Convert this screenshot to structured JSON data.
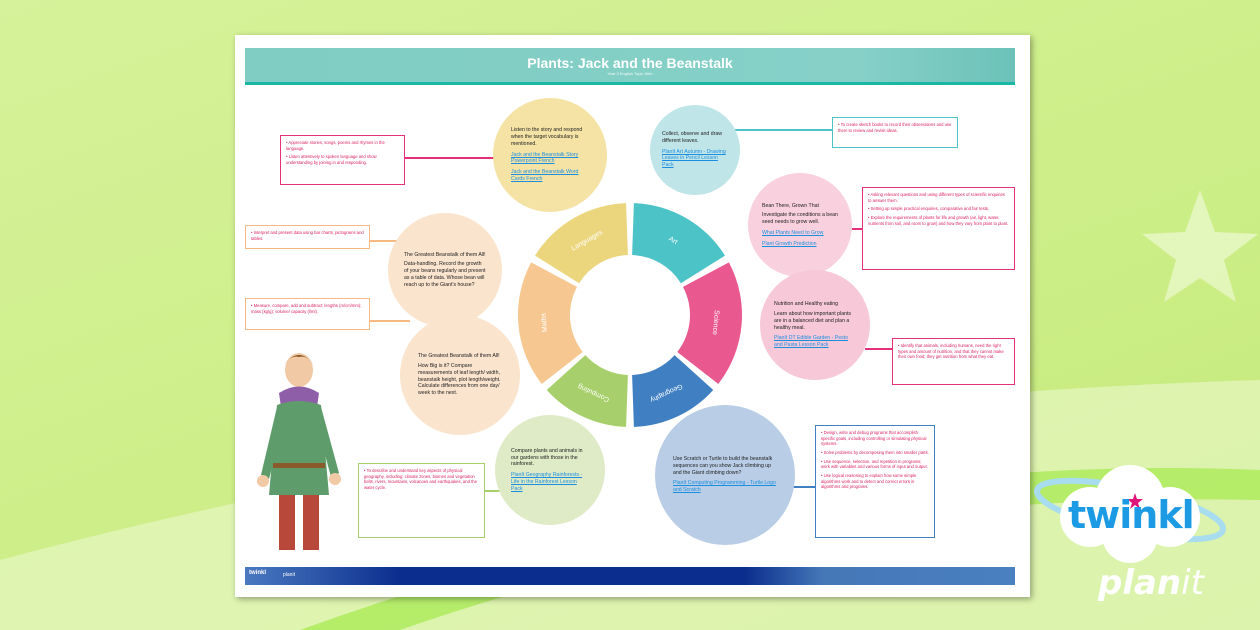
{
  "header": {
    "title": "Plants: Jack and the Beanstalk",
    "subtitle": "Year 3 English Topic Web"
  },
  "wheel": {
    "segments": [
      {
        "label": "Art",
        "color": "#4cc3c6"
      },
      {
        "label": "Science",
        "color": "#e9588f"
      },
      {
        "label": "Geography",
        "color": "#3f7fc2"
      },
      {
        "label": "Computing",
        "color": "#a7cf6c"
      },
      {
        "label": "Maths",
        "color": "#f6c791"
      },
      {
        "label": "Languages",
        "color": "#ebd67d"
      }
    ]
  },
  "circles": {
    "languages": {
      "text": "Listen to the story and respond when the target vocabulary is mentioned.",
      "links": [
        "Jack and the Beanstalk Story Powerpoint French",
        "Jack and the Beanstalk Word Cards French"
      ]
    },
    "art": {
      "text": "Collect, observe and draw different leaves.",
      "links": [
        "PlanIt Art Autumn - Drawing Leaves in Pencil Lesson Pack"
      ]
    },
    "science1": {
      "title": "Bean There, Grown That",
      "text": "Investigate the conditions a bean seed needs to grow well.",
      "links": [
        "What Plants Need to Grow",
        "Plant Growth Prediction"
      ]
    },
    "science2": {
      "title": "Nutrition and Healthy eating",
      "text": "Learn about how important plants are in a balanced diet and plan a healthy meal.",
      "links": [
        "PlanIt DT Edible Garden - Pesto and Pasta Lesson Pack"
      ]
    },
    "maths1": {
      "title": "The Greatest Beanstalk of them All!",
      "text": "Data-handling. Record the growth of your beans regularly and present as a table of data. Whose bean will reach up to the Giant's house?"
    },
    "maths2": {
      "title": "The Greatest Beanstalk of them All!",
      "text": "How Big is it? Compare measurements of leaf length/ width, beanstalk height, plot length/weight. Calculate differences from one day/ week to the next."
    },
    "geography": {
      "text": "Compare plants and animals in our gardens with those in the rainforest.",
      "links": [
        "PlanIt Geography Rainforests - Life in the Rainforest Lesson Pack"
      ]
    },
    "computing": {
      "text": "Use Scratch or Turtle to build the beanstalk sequences can you show Jack climbing up and the Giant climbing down?",
      "links": [
        "PlanIt Computing Programming - Turtle Logo and Scratch"
      ]
    }
  },
  "objectives": {
    "languages": [
      "Appreciate stories, songs, poems and rhymes in the language.",
      "Listen attentively to spoken language and show understanding by joining in and responding."
    ],
    "art": [
      "To create sketch books to record their observations and use them to review and revisit ideas."
    ],
    "science1": [
      "Asking relevant questions and using different types of scientific enquiries to answer them.",
      "Setting up simple practical enquiries, comparative and fair tests.",
      "Explore the requirements of plants for life and growth (air, light, water, nutrients from soil, and room to grow) and how they vary from plant to plant."
    ],
    "science2": [
      "Identify that animals, including humans, need the right types and amount of nutrition, and that they cannot make their own food; they get nutrition from what they eat."
    ],
    "maths1": [
      "Interpret and present data using bar charts, pictograms and tables."
    ],
    "maths2": [
      "Measure, compare, add and subtract: lengths (m/cm/mm); mass (kg/g); volume/ capacity (l/ml)."
    ],
    "geography": [
      "To describe and understand key aspects of physical geography, including: climate zones, biomes and vegetation belts, rivers, mountains, volcanoes and earthquakes, and the water cycle."
    ],
    "computing": [
      "Design, write and debug programs that accomplish specific goals, including controlling or simulating physical systems.",
      "Solve problems by decomposing them into smaller parts.",
      "Use sequence, selection, and repetition in programs; work with variables and various forms of input and output.",
      "Use logical reasoning to explain how some simple algorithms work and to detect and correct errors in algorithms and programs."
    ]
  },
  "footer": {
    "brand": "twinkl",
    "product": "planit"
  },
  "logo": {
    "brand": "twinkl",
    "product_bold": "plan",
    "product_light": "it"
  }
}
